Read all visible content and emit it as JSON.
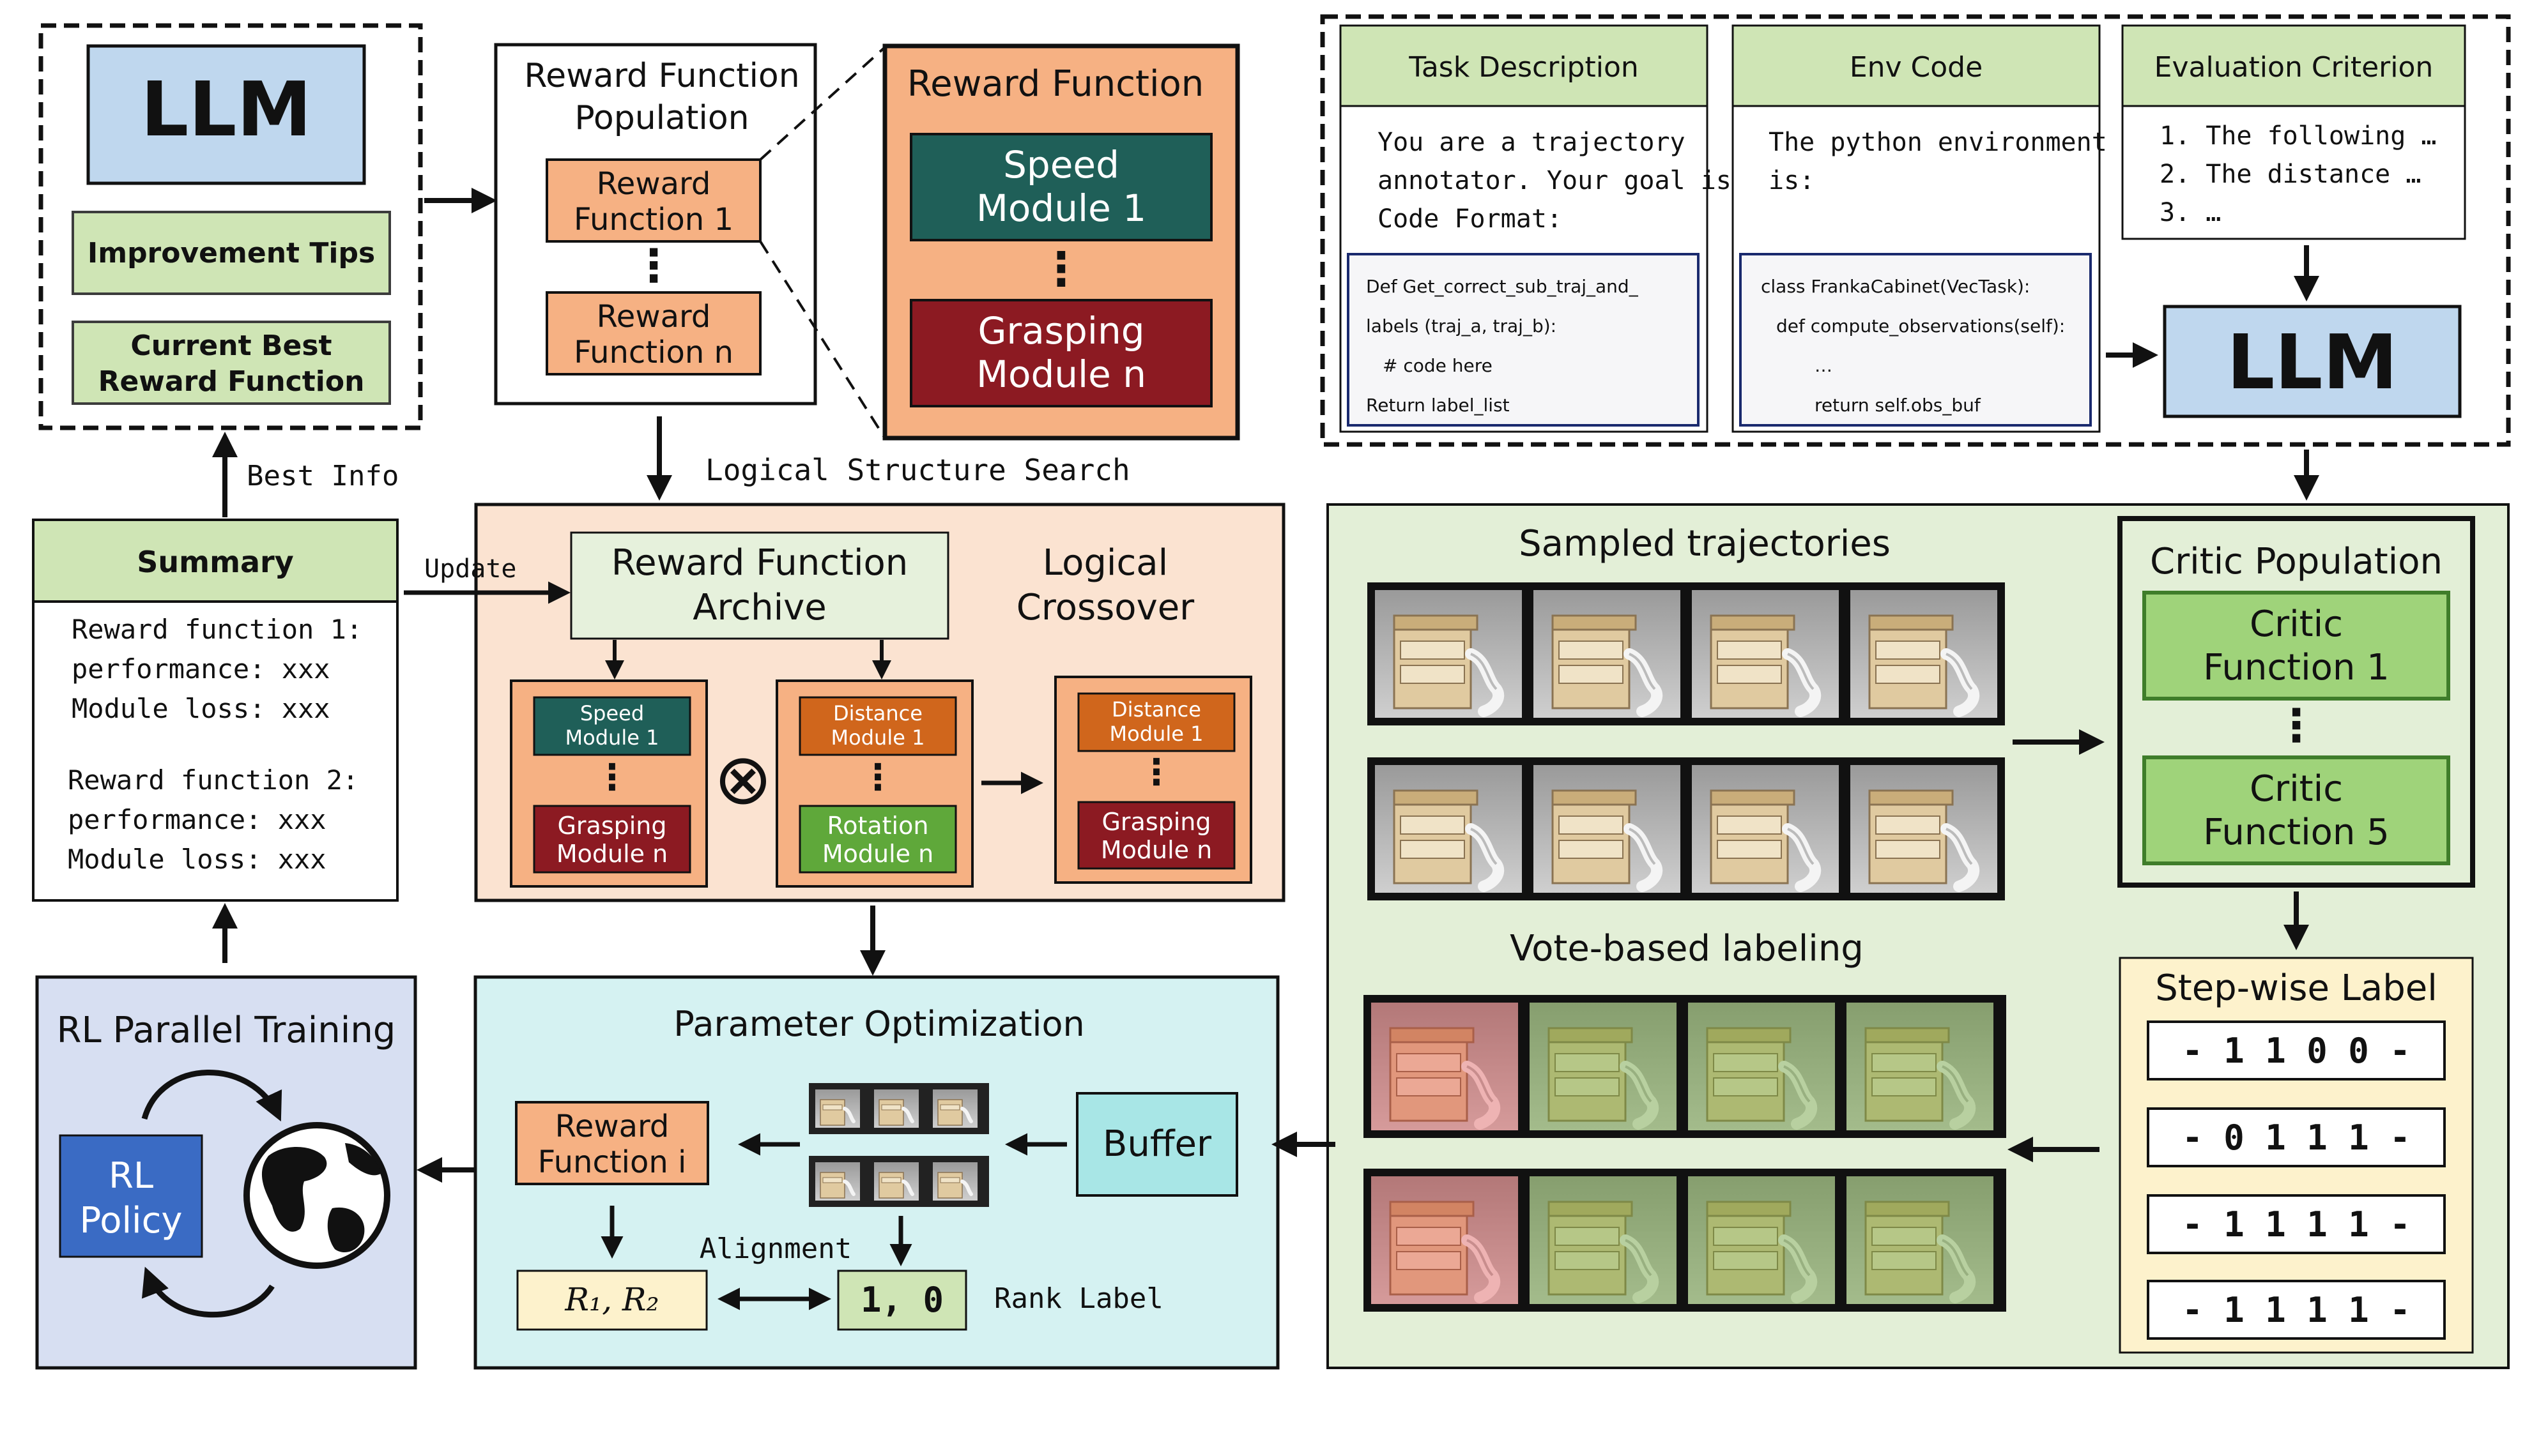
{
  "llm_block": {
    "llm_label": "LLM",
    "improvement_tips": "Improvement Tips",
    "current_best_1": "Current Best",
    "current_best_2": "Reward Function",
    "best_info": "Best Info"
  },
  "population": {
    "title_1": "Reward Function",
    "title_2": "Population",
    "rf1_1": "Reward",
    "rf1_2": "Function 1",
    "rfn_1": "Reward",
    "rfn_2": "Function n",
    "dots": "⋮"
  },
  "reward_detail": {
    "title": "Reward Function",
    "speed_1": "Speed",
    "speed_2": "Module 1",
    "grasp_1": "Grasping",
    "grasp_2": "Module n",
    "dots": "⋮"
  },
  "logical_search": {
    "label": "Logical Structure Search",
    "archive_1": "Reward Function",
    "archive_2": "Archive",
    "crossover_1": "Logical",
    "crossover_2": "Crossover",
    "a_top_1": "Speed",
    "a_top_2": "Module 1",
    "a_bot_1": "Grasping",
    "a_bot_2": "Module n",
    "b_top_1": "Distance",
    "b_top_2": "Module 1",
    "b_bot_1": "Rotation",
    "b_bot_2": "Module n",
    "c_top_1": "Distance",
    "c_top_2": "Module 1",
    "c_bot_1": "Grasping",
    "c_bot_2": "Module n",
    "operator": "⊗",
    "dots": "⋮"
  },
  "summary": {
    "title": "Summary",
    "update": "Update",
    "lines": [
      "Reward function 1:",
      "performance: xxx",
      "Module loss: xxx",
      "Reward function 2:",
      "performance: xxx",
      "Module loss: xxx"
    ]
  },
  "rl": {
    "title": "RL Parallel Training",
    "policy_1": "RL",
    "policy_2": "Policy"
  },
  "param_opt": {
    "title": "Parameter Optimization",
    "rf_1": "Reward",
    "rf_2": "Function i",
    "buffer": "Buffer",
    "alignment": "Alignment",
    "r_pair": "R₁, R₂",
    "rank_value": "1, 0",
    "rank_label": "Rank Label"
  },
  "task_panel": {
    "task_header": "Task Description",
    "task_lines": [
      "You are a trajectory",
      "annotator. Your goal is",
      "Code Format:"
    ],
    "task_code": [
      "Def Get_correct_sub_traj_and_",
      "labels (traj_a, traj_b):",
      "  # code here",
      "Return label_list"
    ],
    "env_header": "Env Code",
    "env_lines": [
      "The python environment",
      "is:"
    ],
    "env_code": [
      "class FrankaCabinet(VecTask):",
      "  def compute_observations(self):",
      "    …",
      "    return self.obs_buf"
    ],
    "eval_header": "Evaluation Criterion",
    "eval_lines": [
      "1. The following …",
      "2. The distance …",
      "3. …"
    ],
    "llm_label": "LLM"
  },
  "critic": {
    "sampled": "Sampled trajectories",
    "vote": "Vote-based labeling",
    "population_title": "Critic Population",
    "cf1_1": "Critic",
    "cf1_2": "Function 1",
    "cf5_1": "Critic",
    "cf5_2": "Function 5",
    "dots": "⋮",
    "step_title": "Step-wise Label",
    "labels": [
      "- 1 1 0 0 -",
      "- 0 1 1 1 -",
      "- 1 1 1 1 -",
      "- 1 1 1 1 -"
    ]
  },
  "colors": {
    "green_light": "#cfe5b5",
    "blue_llm": "#bfd7ee",
    "orange": "#f6b183",
    "teal_dark": "#1f5f58",
    "red_dark": "#8c1a22",
    "orange_dark": "#d0661c",
    "green_mid": "#5fa83a",
    "blue_policy": "#3a6bc4",
    "cyan_bg": "#d5f2f2",
    "lavender_bg": "#d7dff2",
    "peach_bg": "#fbe3d1",
    "sage_bg": "#e3efd7",
    "cream": "#fdf2cc"
  }
}
